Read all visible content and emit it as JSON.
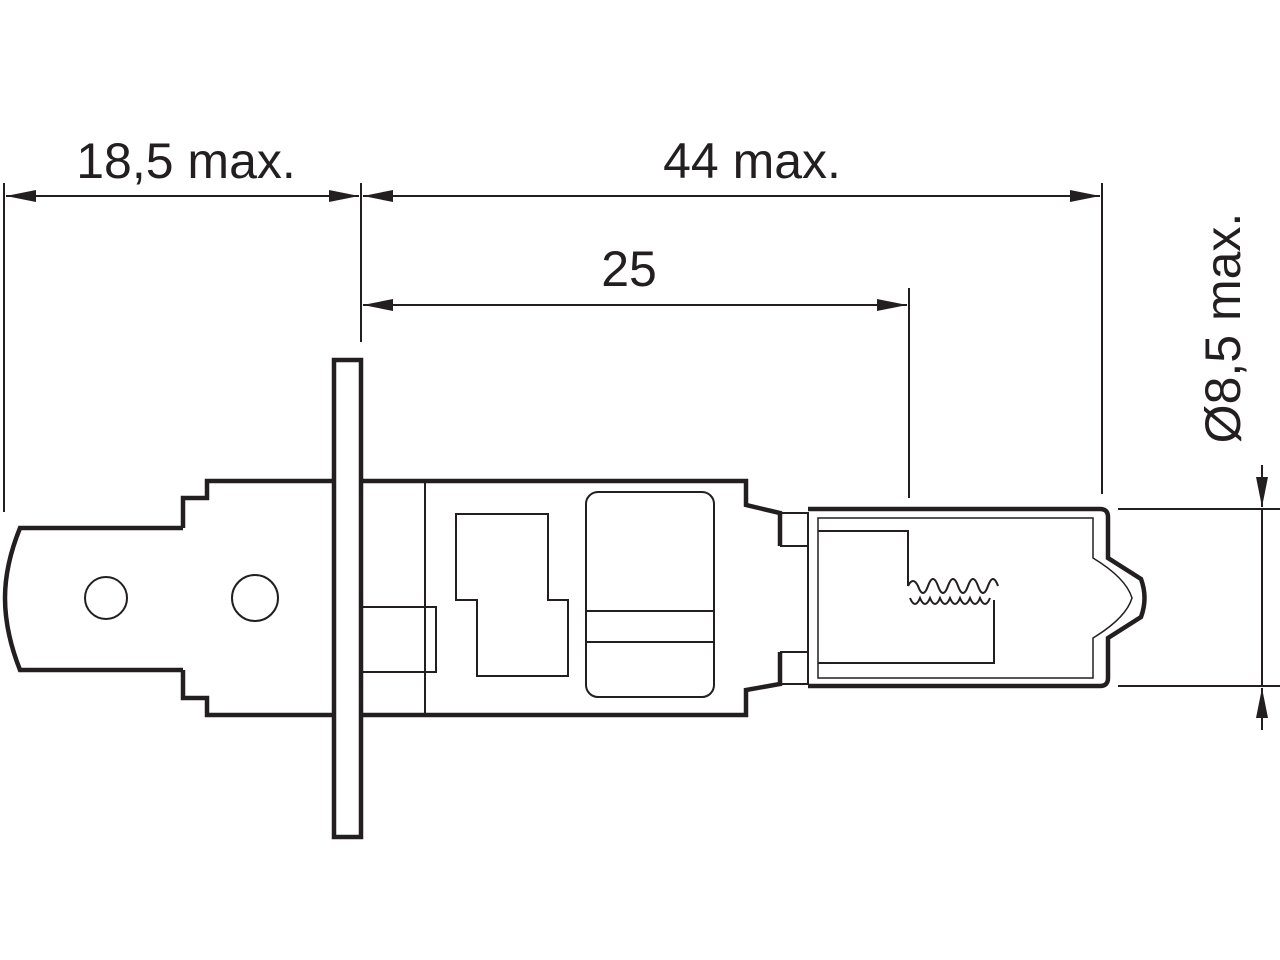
{
  "dimensions": {
    "overall_left": "18,5 max.",
    "overall_right": "44 max.",
    "light_center": "25",
    "diameter": "Ø8,5 max."
  },
  "colors": {
    "line": "#231f20",
    "background": "#ffffff"
  }
}
